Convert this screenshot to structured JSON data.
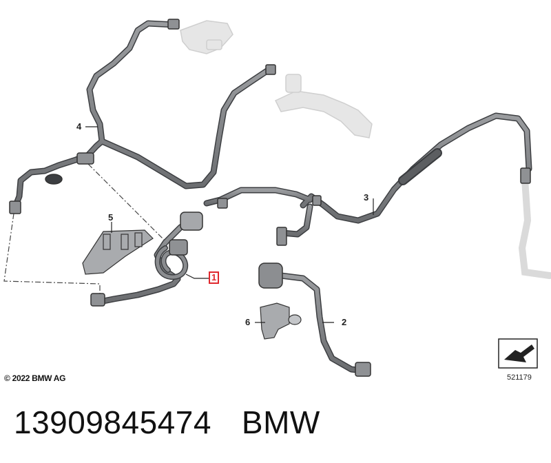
{
  "callouts": {
    "c1": "1",
    "c2": "2",
    "c3": "3",
    "c4": "4",
    "c5": "5",
    "c6": "6"
  },
  "footer": {
    "copyright": "© 2022 BMW AG",
    "diagram_number": "521179"
  },
  "part": {
    "number": "13909845474",
    "brand": "BMW"
  },
  "colors": {
    "hose": "#7d7f82",
    "hose_outline": "#3c3e41",
    "ghost_part": "#dcdcdc",
    "highlight": "#e0282d"
  }
}
